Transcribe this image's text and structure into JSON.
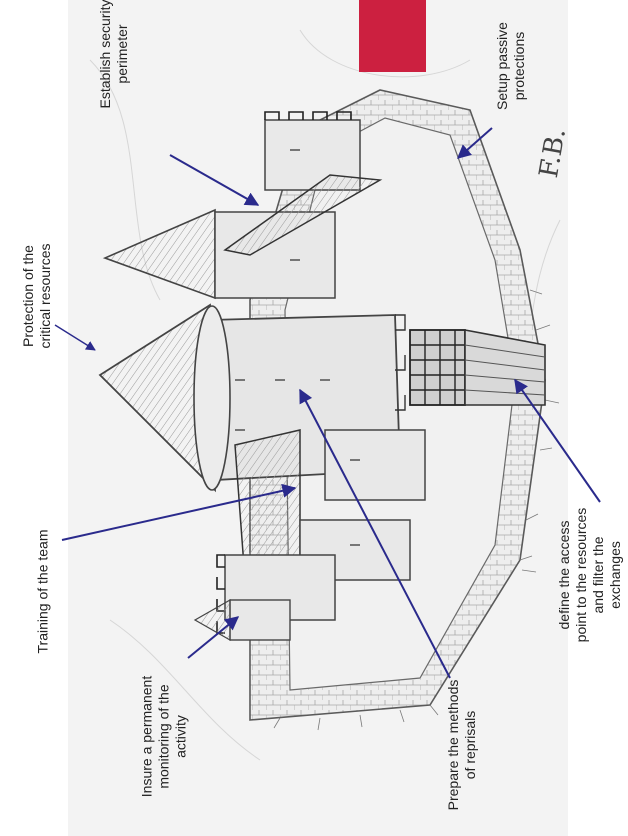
{
  "colors": {
    "arrow": "#2a2a8c",
    "flag": "#cc2040",
    "pencil": "#6e6e6e",
    "paper": "#f4f4f4"
  },
  "labels": {
    "protection_critical": "Protection of the\ncritical resources",
    "security_perimeter": "Establish security\nperimeter",
    "passive_protections": "Setup passive\nprotections",
    "training_team": "Training of the team",
    "monitoring": "Insure a permanent\nmonitoring of the\nactivity",
    "reprisals": "Prepare the methods\nof reprisals",
    "access_point": "define the access\npoint to the resources\nand filter the\nexchanges"
  },
  "signature": "F.B."
}
